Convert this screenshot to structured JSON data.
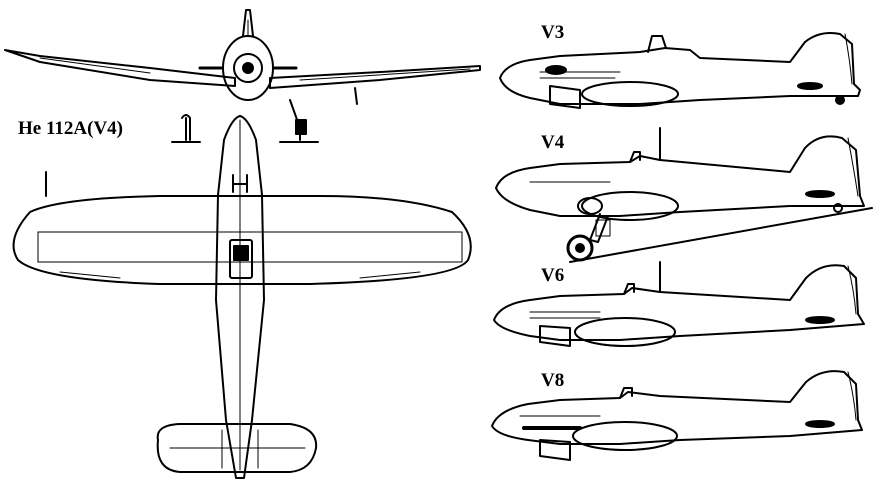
{
  "drawing": {
    "main_label": "He 112A(V4)",
    "profiles": [
      {
        "label": "V3"
      },
      {
        "label": "V4"
      },
      {
        "label": "V6"
      },
      {
        "label": "V8"
      }
    ]
  },
  "colors": {
    "ink": "#000000",
    "paper": "#ffffff"
  }
}
